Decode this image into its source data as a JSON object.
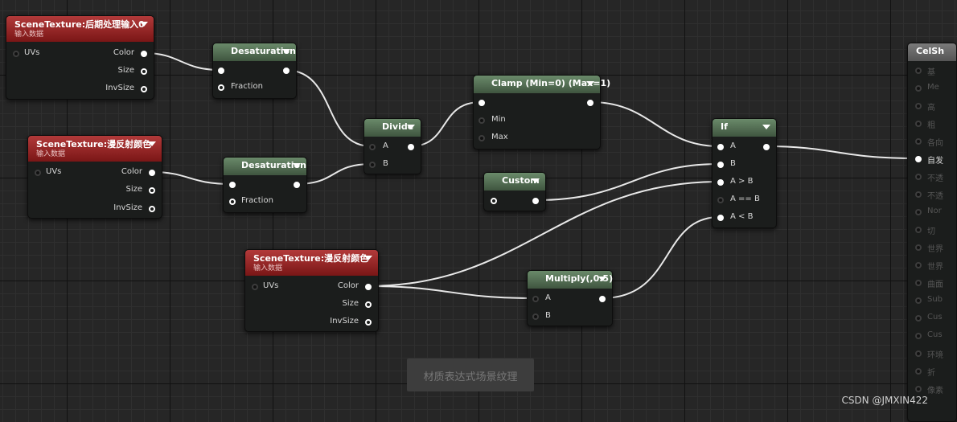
{
  "nodes": {
    "scene_texture_1": {
      "title": "SceneTexture:后期处理输入0",
      "subtitle": "输入数据",
      "in_uvs": "UVs",
      "out_color": "Color",
      "out_size": "Size",
      "out_invsize": "InvSize"
    },
    "scene_texture_2": {
      "title": "SceneTexture:漫反射颜色",
      "subtitle": "输入数据",
      "in_uvs": "UVs",
      "out_color": "Color",
      "out_size": "Size",
      "out_invsize": "InvSize"
    },
    "scene_texture_3": {
      "title": "SceneTexture:漫反射颜色",
      "subtitle": "输入数据",
      "in_uvs": "UVs",
      "out_color": "Color",
      "out_size": "Size",
      "out_invsize": "InvSize"
    },
    "desaturation_1": {
      "title": "Desaturation",
      "in_fraction": "Fraction"
    },
    "desaturation_2": {
      "title": "Desaturation",
      "in_fraction": "Fraction"
    },
    "divide": {
      "title": "Divide",
      "in_a": "A",
      "in_b": "B"
    },
    "clamp": {
      "title": "Clamp (Min=0) (Max=1)",
      "in_min": "Min",
      "in_max": "Max"
    },
    "custom": {
      "title": "Custom"
    },
    "multiply": {
      "title": "Multiply(,0.5)",
      "in_a": "A",
      "in_b": "B"
    },
    "if_node": {
      "title": "If",
      "in_a": "A",
      "in_b": "B",
      "in_agtb": "A > B",
      "in_aeqb": "A == B",
      "in_altb": "A < B"
    },
    "celshading": {
      "title": "CelSh",
      "connected_input": "自发"
    }
  },
  "material_inputs": [
    "基",
    "Me",
    "高",
    "粗",
    "各向",
    "不透",
    "不透",
    "Nor",
    "切",
    "世界",
    "世界",
    "曲面",
    "Sub",
    "Cus",
    "Cus",
    "环境",
    "折",
    "像素"
  ],
  "comment": "材质表达式场景纹理",
  "watermark": "CSDN @JMXIN422"
}
